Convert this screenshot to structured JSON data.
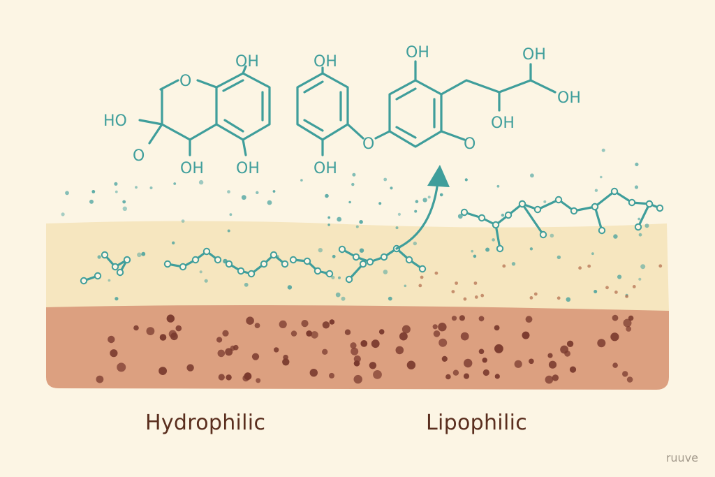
{
  "labels": {
    "left": "Hydrophilic",
    "right": "Lipophilic"
  },
  "watermark": "ruuve",
  "molecules": {
    "chromane": {
      "oh_top": "OH",
      "ho_left": "HO",
      "o_ring": "O",
      "o_ketone": "O",
      "oh_bottom_left": "OH",
      "oh_bottom_right": "OH"
    },
    "phenol": {
      "oh_top": "OH",
      "oh_bottom": "OH",
      "o_ether": "O"
    },
    "resorcinol": {
      "oh_top": "OH",
      "o_bottom": "O",
      "oh_side": "OH",
      "oh_top_right": "OH",
      "oh_right": "OH"
    }
  },
  "colors": {
    "background": "#fcf5e4",
    "upper_layer": "#f6e6bf",
    "lower_layer": "#dca080",
    "molecule": "#3f9e9b",
    "lower_dots": "#7a3a2e",
    "label_text": "#5a2e1e"
  }
}
